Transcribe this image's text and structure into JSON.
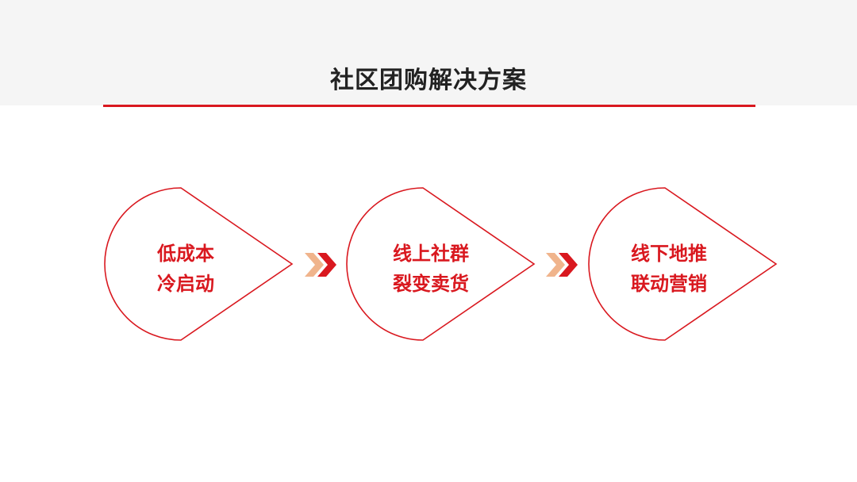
{
  "title": "社区团购解决方案",
  "colors": {
    "accent": "#d9181f",
    "header_bg": "#f5f5f5",
    "chevron_light": "#f0b48c",
    "chevron_dark": "#d9181f"
  },
  "steps": [
    {
      "line1": "低成本",
      "line2": "冷启动"
    },
    {
      "line1": "线上社群",
      "line2": "裂变卖货"
    },
    {
      "line1": "线下地推",
      "line2": "联动营销"
    }
  ],
  "connector_icon": "double-chevron-right-icon"
}
